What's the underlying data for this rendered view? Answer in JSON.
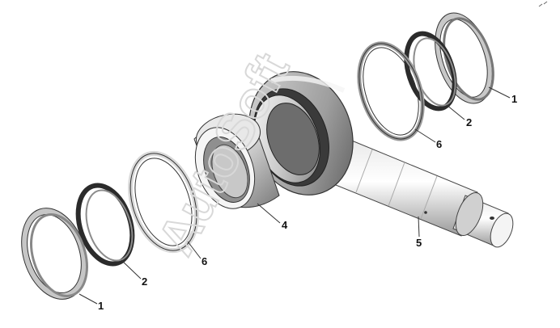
{
  "watermark": "AutoSoft",
  "callouts": {
    "upper_ring_outer": "1",
    "upper_seal": "2",
    "upper_washer": "6",
    "bushing": "4",
    "pin": "5",
    "lower_washer": "6",
    "lower_seal": "2",
    "lower_ring_outer": "1"
  },
  "colors": {
    "metal_light": "#f2f2f2",
    "metal_mid": "#bdbdbd",
    "metal_dark": "#6a6a6a",
    "seal_dark": "#2b2b2b",
    "leader": "#333333"
  }
}
